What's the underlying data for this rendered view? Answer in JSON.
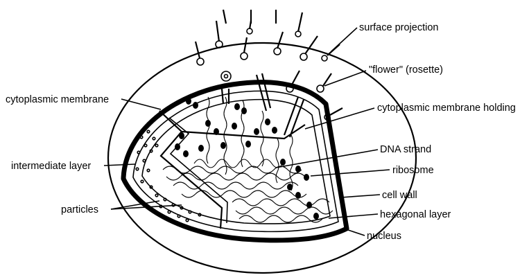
{
  "labels": {
    "surface_projection": "surface projection",
    "flower": "\"flower\" (rosette)",
    "cytoplasmic_membrane": "cytoplasmic membrane",
    "cytoplasmic_membrane_holding": "cytoplasmic membrane holding",
    "dna_strand": "DNA strand",
    "ribosome": "ribosome",
    "intermediate_layer": "intermediate layer",
    "cell_wall": "cell wall",
    "particles": "particles",
    "hexagonal_layer": "hexagonal layer",
    "nucleus": "nucleus"
  },
  "colors": {
    "ink": "#000000",
    "paper": "#ffffff"
  }
}
